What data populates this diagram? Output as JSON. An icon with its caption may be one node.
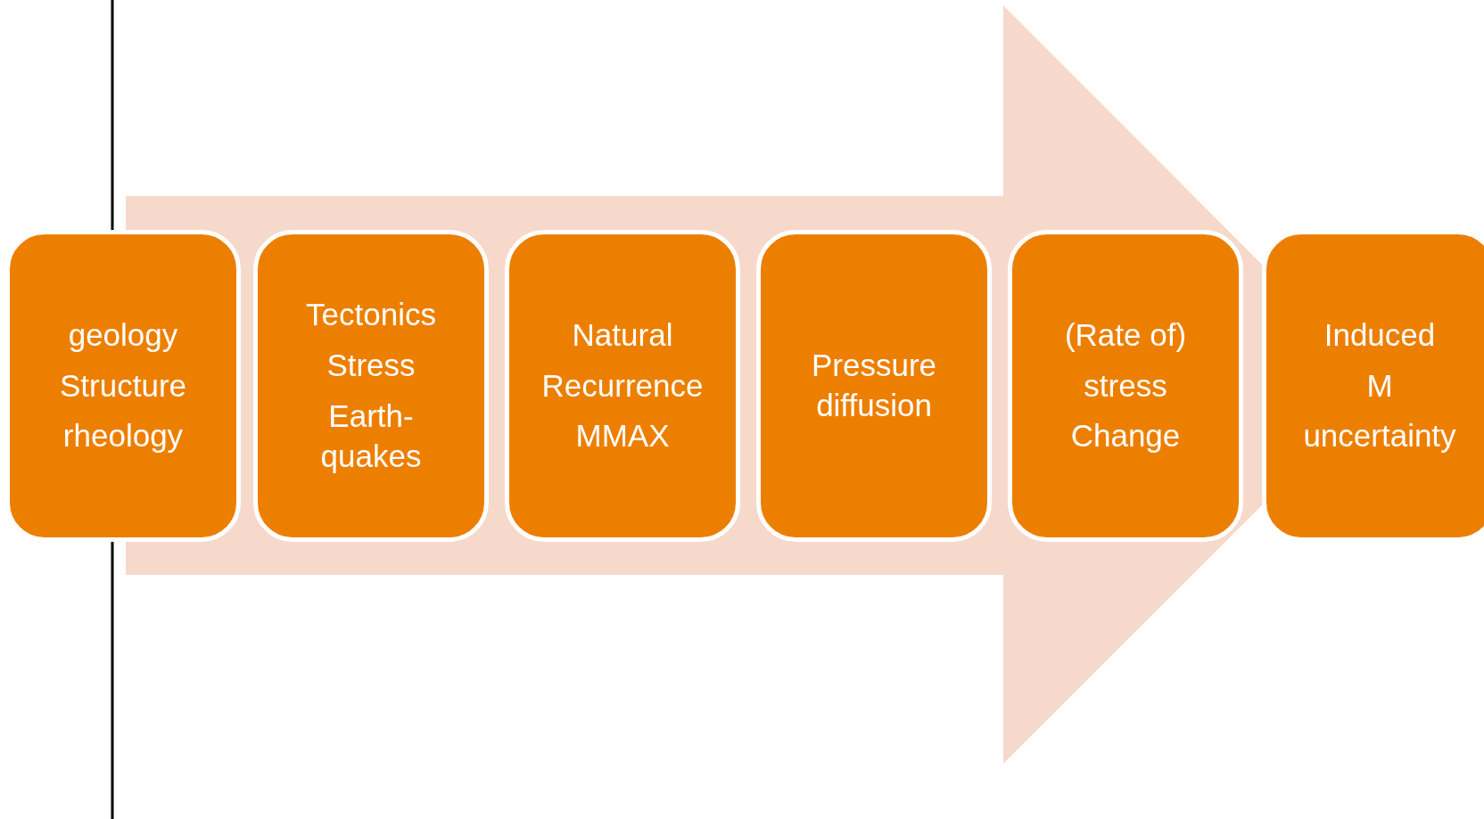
{
  "diagram": {
    "nodes": [
      {
        "text": [
          "geology",
          "Structure",
          "rheology"
        ]
      },
      {
        "text": [
          "Tectonics",
          "Stress",
          "Earth- quakes"
        ]
      },
      {
        "text": [
          "Natural",
          "Recurrence",
          "MMAX"
        ]
      },
      {
        "text": [
          "Pressure diffusion"
        ]
      },
      {
        "text": [
          "(Rate of)",
          "stress",
          "Change"
        ]
      },
      {
        "text": [
          "Induced",
          "M",
          "uncertainty"
        ]
      }
    ],
    "edges": [
      {
        "from": 0,
        "to": 5,
        "arrow": "to"
      }
    ]
  }
}
